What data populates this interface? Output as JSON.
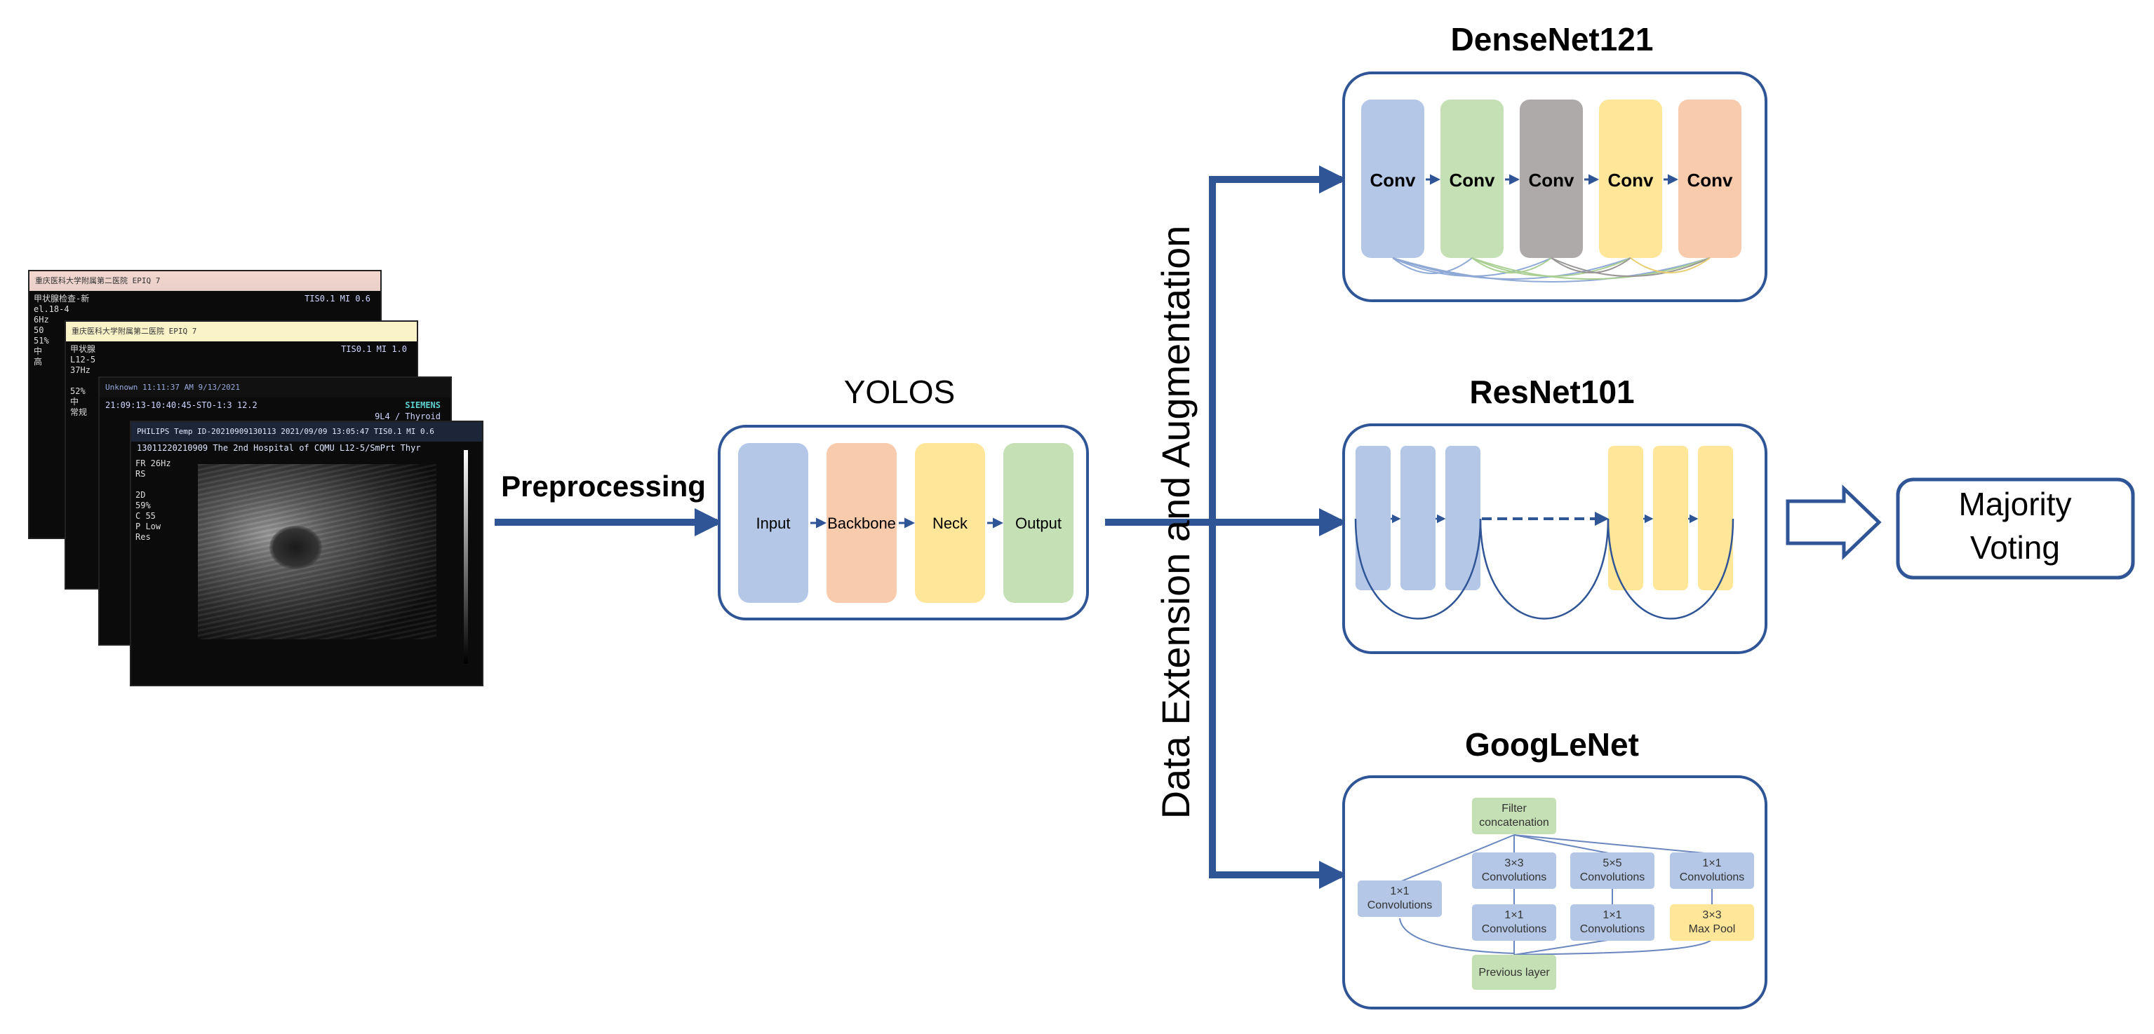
{
  "ultrasound": {
    "front_header": "PHILIPS   Temp ID-20210909130113     2021/09/09  13:05:47    TIS0.1  MI 0.6",
    "front_header2": "13011220210909   The 2nd Hospital of CQMU   L12-5/SmPrt Thyr",
    "front_info": "FR 26Hz\nRS\n\n2D\n59%\nC 55\nP Low\nRes",
    "siemens_top": "Unknown                          11:11:37 AM 9/13/2021",
    "siemens_sub": "21:09:13-10:40:45-STO-1:3 12.2",
    "siemens_brand": "SIEMENS",
    "siemens_probe": "9L4 / Thyroid",
    "back1_header": "重庆医科大学附属第二医院 EPIQ 7",
    "back1_info": "甲状腺检查-新\nel.18-4\n6Hz\n50\n51%\n中\n高",
    "back1_right": "TIS0.1   MI 0.6",
    "back2_header": "重庆医科大学附属第二医院 EPIQ 7",
    "back2_info": "甲状腺\nL12-5\n37Hz\n\n52%\n中\n常规",
    "back2_right": "TIS0.1   MI 1.0"
  },
  "labels": {
    "preprocessing": "Preprocessing",
    "yolos_title": "YOLOS",
    "yolos_blocks": [
      "Input",
      "Backbone",
      "Neck",
      "Output"
    ],
    "augmentation": "Data Extension and Augmentation",
    "densenet_title": "DenseNet121",
    "densenet_blocks": [
      "Conv",
      "Conv",
      "Conv",
      "Conv",
      "Conv"
    ],
    "resnet_title": "ResNet101",
    "googlenet_title": "GoogLeNet",
    "googlenet_filter": "Filter\nconcatenation",
    "googlenet_conv3": "3×3\nConvolutions",
    "googlenet_conv5": "5×5\nConvolutions",
    "googlenet_conv1_top": "1×1\nConvolutions",
    "googlenet_conv1_left": "1×1\nConvolutions",
    "googlenet_conv1_mid1": "1×1\nConvolutions",
    "googlenet_conv1_mid2": "1×1\nConvolutions",
    "googlenet_maxpool": "3×3\nMax Pool",
    "googlenet_prev": "Previous layer",
    "majority_voting": "Majority\nVoting"
  },
  "colors": {
    "arrow": "#2f5597",
    "box_border": "#2f5597",
    "blue": "#b4c7e7",
    "orange": "#f8cbad",
    "yellow": "#ffe699",
    "green": "#c5e0b4",
    "gray": "#aeaaaa"
  }
}
